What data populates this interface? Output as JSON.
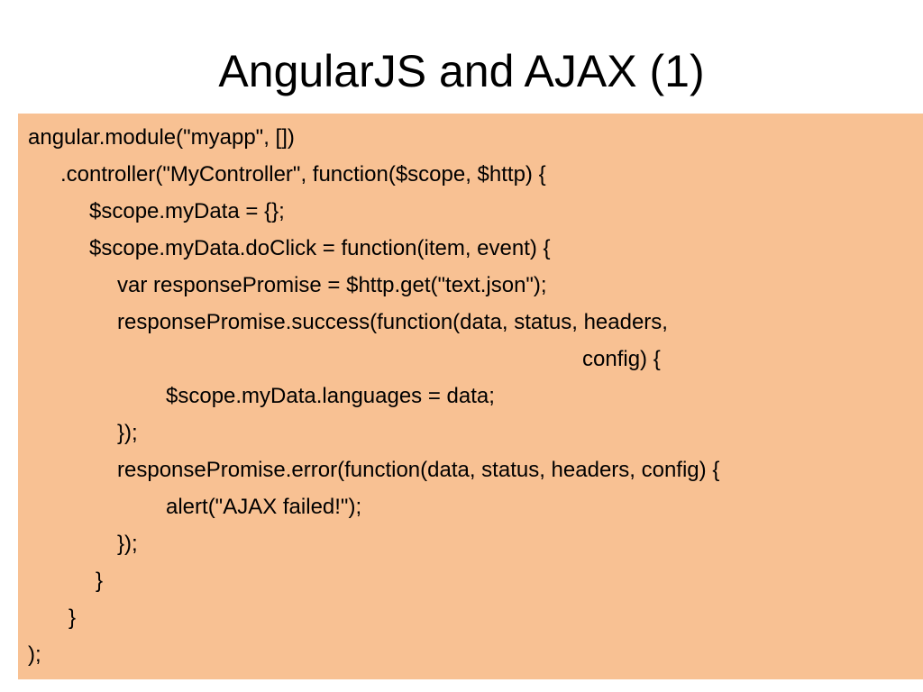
{
  "slide": {
    "title": "AngularJS and AJAX (1)",
    "background_color": "#ffffff",
    "code_background_color": "#f8c193",
    "code_lines": [
      "angular.module(\"myapp\", [])",
      ".controller(\"MyController\", function($scope, $http) {",
      "$scope.myData = {};",
      "$scope.myData.doClick = function(item, event) {",
      "var responsePromise = $http.get(\"text.json\");",
      "responsePromise.success(function(data, status, headers,",
      "config) {",
      "$scope.myData.languages = data;",
      "});",
      "responsePromise.error(function(data, status, headers, config) {",
      "alert(\"AJAX failed!\");",
      "});",
      "}",
      "}",
      ");"
    ]
  }
}
